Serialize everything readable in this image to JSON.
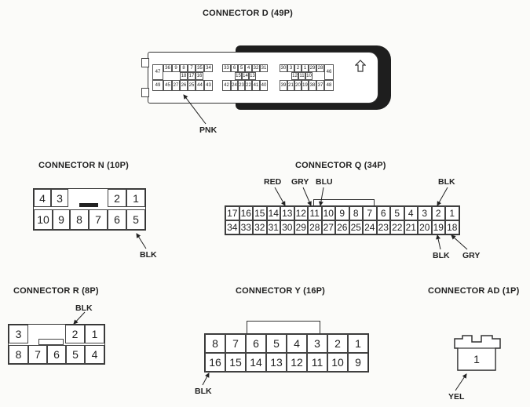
{
  "titles": {
    "d": "CONNECTOR D (49P)",
    "n": "CONNECTOR N (10P)",
    "q": "CONNECTOR Q (34P)",
    "r": "CONNECTOR R (8P)",
    "y": "CONNECTOR Y (16P)",
    "ad": "CONNECTOR AD (1P)"
  },
  "wires": {
    "d_pnk": "PNK",
    "n_blk": "BLK",
    "q_red": "RED",
    "q_gry_top": "GRY",
    "q_blu": "BLU",
    "q_blk_top": "BLK",
    "q_blk_bottom": "BLK",
    "q_gry_bottom": "GRY",
    "r_blk": "BLK",
    "y_blk": "BLK",
    "ad_yel": "YEL"
  },
  "connector_d": {
    "g1_top": [
      "47",
      "36",
      "9",
      "8",
      "7",
      "35",
      "34"
    ],
    "g1_mid": [
      "18",
      "17",
      "16"
    ],
    "g1_bot": [
      "49",
      "45",
      "27",
      "26",
      "25",
      "44",
      "43"
    ],
    "g2_top": [
      "33",
      "6",
      "5",
      "4",
      "32",
      "31"
    ],
    "g2_mid": [
      "15",
      "14",
      "13"
    ],
    "g2_bot": [
      "42",
      "24",
      "23",
      "22",
      "41",
      "40"
    ],
    "g3_top": [
      "30",
      "3",
      "2",
      "1",
      "29",
      "28",
      "46"
    ],
    "g3_mid": [
      "12",
      "11",
      "10"
    ],
    "g3_bot": [
      "39",
      "21",
      "20",
      "19",
      "38",
      "37",
      "48"
    ]
  },
  "connector_n": {
    "top": [
      "4",
      "3",
      "",
      "",
      "2",
      "1"
    ],
    "bottom": [
      "10",
      "9",
      "8",
      "7",
      "6",
      "5"
    ]
  },
  "connector_q": {
    "top": [
      "17",
      "16",
      "15",
      "14",
      "13",
      "12",
      "11",
      "10",
      "9",
      "8",
      "7",
      "6",
      "5",
      "4",
      "3",
      "2",
      "1"
    ],
    "bottom": [
      "34",
      "33",
      "32",
      "31",
      "30",
      "29",
      "28",
      "27",
      "26",
      "25",
      "24",
      "23",
      "22",
      "21",
      "20",
      "19",
      "18"
    ]
  },
  "connector_r": {
    "top": [
      "3",
      "",
      "",
      "2",
      "1"
    ],
    "bottom": [
      "8",
      "7",
      "6",
      "5",
      "4"
    ]
  },
  "connector_y": {
    "top": [
      "8",
      "7",
      "6",
      "5",
      "4",
      "3",
      "2",
      "1"
    ],
    "bottom": [
      "16",
      "15",
      "14",
      "13",
      "12",
      "11",
      "10",
      "9"
    ]
  },
  "connector_ad": {
    "pin": "1"
  },
  "icons": {
    "lock": "up-arrow-outline-icon"
  }
}
